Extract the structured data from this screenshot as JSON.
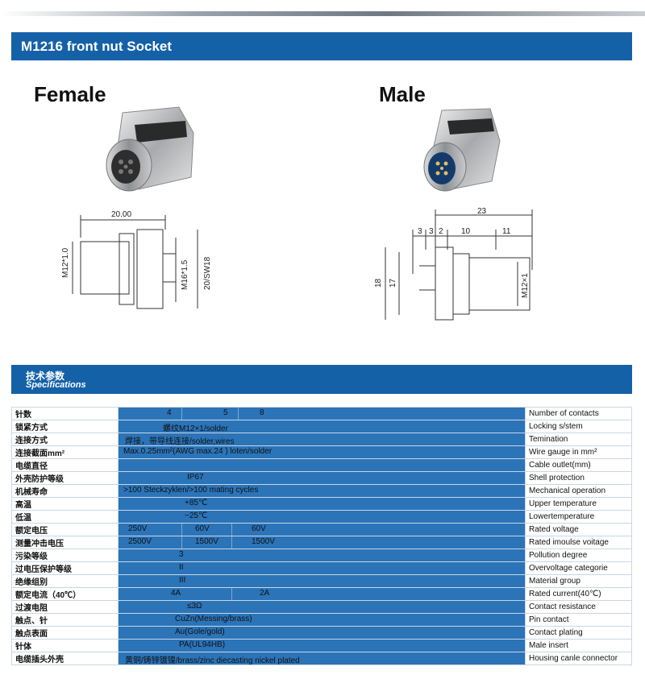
{
  "header": {
    "title": "M1216 front nut Socket"
  },
  "female": {
    "label": "Female",
    "dims": {
      "width": "20.00",
      "thread_left": "M12*1.0",
      "thread_right": "M16*1.5",
      "sw": "20/SW18"
    }
  },
  "male": {
    "label": "Male",
    "dims": {
      "overall": "23",
      "d1": "3",
      "d2": "3",
      "d3": "2",
      "d4": "10",
      "d5": "11",
      "h1": "18",
      "h2": "17",
      "thread": "M12×1"
    }
  },
  "spec_header": {
    "cn": "技术参数",
    "en": "Specifications"
  },
  "specs": [
    {
      "cn": "针数",
      "en": "Number of contacts",
      "values": [
        "4",
        "5",
        "8"
      ]
    },
    {
      "cn": "锁紧方式",
      "en": "Locking s/stem",
      "values": [
        "螺纹M12×1/solder"
      ]
    },
    {
      "cn": "连接方式",
      "en": "Temination",
      "values": [
        "焊接，带导线连接/solder,wires"
      ]
    },
    {
      "cn": "连接截面mm²",
      "en": "Wire gauge in mm²",
      "values": [
        "Max.0.25mm²(AWG max.24 ) loten/solder"
      ]
    },
    {
      "cn": "电缆直径",
      "en": "Cable outlet(mm)",
      "values": []
    },
    {
      "cn": "外壳防护等级",
      "en": "Shell protection",
      "values": [
        "IP67"
      ]
    },
    {
      "cn": "机械寿命",
      "en": "Mechanical operation",
      "values": [
        ">100 Steckzyklen/>100 mating cycles"
      ]
    },
    {
      "cn": "高温",
      "en": "Upper temperature",
      "values": [
        "+85℃"
      ]
    },
    {
      "cn": "低温",
      "en": "Lowertemperature",
      "values": [
        "−25℃"
      ]
    },
    {
      "cn": "额定电压",
      "en": "Rated voltage",
      "values": [
        "250V",
        "60V",
        "60V"
      ]
    },
    {
      "cn": "测量冲击电压",
      "en": "Rated imoulse voitage",
      "values": [
        "2500V",
        "1500V",
        "1500V"
      ]
    },
    {
      "cn": "污染等级",
      "en": "Pollution degree",
      "values": [
        "3"
      ]
    },
    {
      "cn": "过电压保护等级",
      "en": "Overvoltage categorie",
      "values": [
        "II"
      ]
    },
    {
      "cn": "绝缘组别",
      "en": "Material group",
      "values": [
        "III"
      ]
    },
    {
      "cn": "额定电流（40℃）",
      "en": "Rated current(40℃)",
      "values": [
        "4A",
        "2A"
      ]
    },
    {
      "cn": "过渡电阻",
      "en": "Contact resistance",
      "values": [
        "≤3Ω"
      ]
    },
    {
      "cn": "触点、针",
      "en": "Pin contact",
      "values": [
        "CuZn(Messing/brass)"
      ]
    },
    {
      "cn": "触点表面",
      "en": "Contact plating",
      "values": [
        "Au(Gole/gold)"
      ]
    },
    {
      "cn": "针体",
      "en": "Male insert",
      "values": [
        "PA(UL94HB)"
      ]
    },
    {
      "cn": "电缆插头外壳",
      "en": "Housing canle connector",
      "values": [
        "黄铜/铸锌镀镍/brass/zinc diecasting nickel plated"
      ]
    }
  ]
}
